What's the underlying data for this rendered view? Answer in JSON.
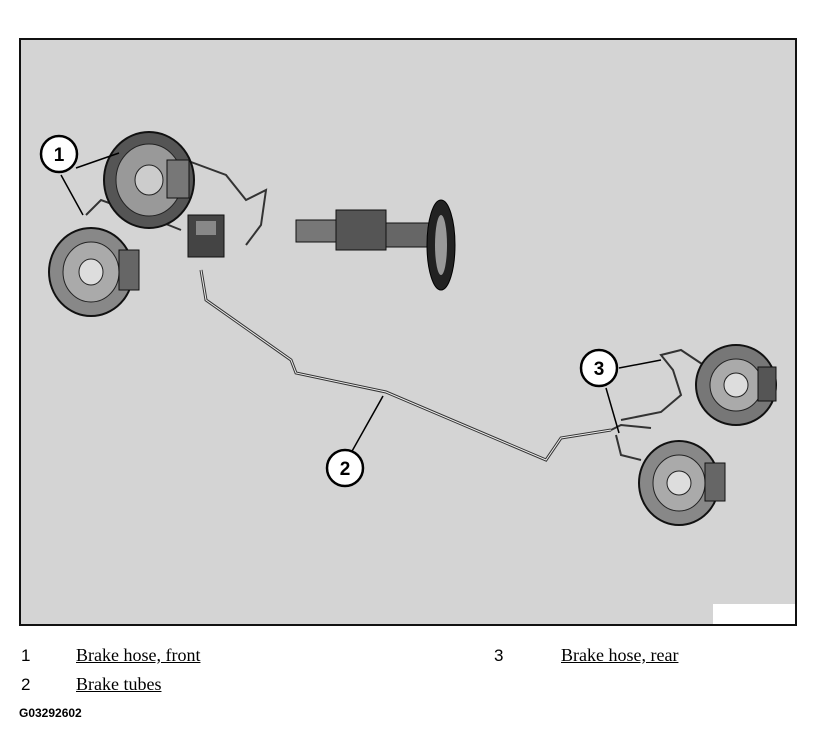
{
  "figure": {
    "callouts": [
      {
        "id": "1",
        "label": "1"
      },
      {
        "id": "2",
        "label": "2"
      },
      {
        "id": "3",
        "label": "3"
      }
    ]
  },
  "legend": [
    {
      "number": "1",
      "text": "Brake hose, front"
    },
    {
      "number": "2",
      "text": "Brake tubes"
    },
    {
      "number": "3",
      "text": "Brake hose, rear"
    }
  ],
  "figure_code": "G03292602"
}
